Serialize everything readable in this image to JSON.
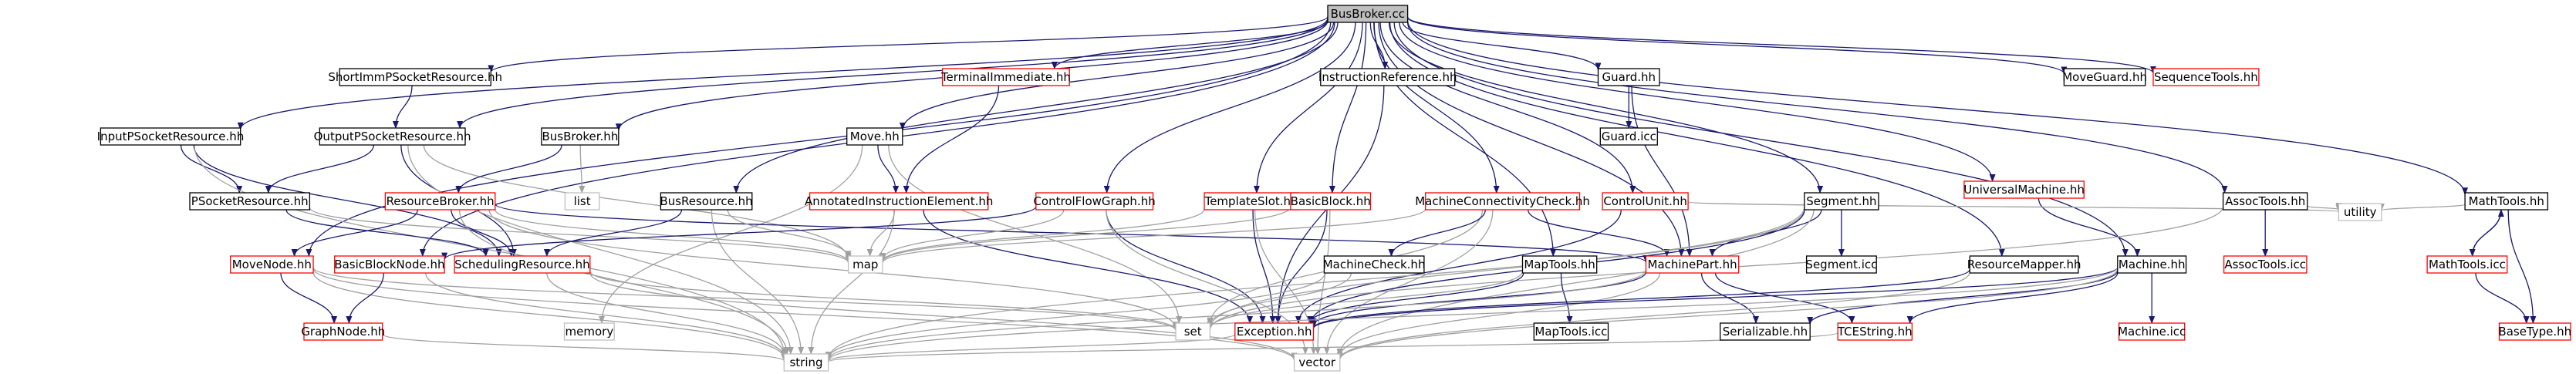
{
  "colors": {
    "edge": "#191970",
    "edge_to_system": "#a0a0a0",
    "documented": "#000000",
    "undocumented": "#ff0000",
    "system": "#bfbfbf",
    "root_fill": "#bfbfbf"
  },
  "nodes": [
    {
      "id": "root",
      "label": "BusBroker.cc",
      "kind": "root"
    },
    {
      "id": "ShortImm",
      "label": "ShortImmPSocketResource.hh",
      "kind": "black"
    },
    {
      "id": "TermImm",
      "label": "TerminalImmediate.hh",
      "kind": "red"
    },
    {
      "id": "InstrRef",
      "label": "InstructionReference.hh",
      "kind": "black"
    },
    {
      "id": "GuardHH",
      "label": "Guard.hh",
      "kind": "black"
    },
    {
      "id": "MoveGuard",
      "label": "MoveGuard.hh",
      "kind": "black"
    },
    {
      "id": "SeqTools",
      "label": "SequenceTools.hh",
      "kind": "red"
    },
    {
      "id": "InputPS",
      "label": "InputPSocketResource.hh",
      "kind": "black"
    },
    {
      "id": "OutputPS",
      "label": "OutputPSocketResource.hh",
      "kind": "black"
    },
    {
      "id": "BusBrokerHH",
      "label": "BusBroker.hh",
      "kind": "black"
    },
    {
      "id": "MoveHH",
      "label": "Move.hh",
      "kind": "black"
    },
    {
      "id": "GuardICC",
      "label": "Guard.icc",
      "kind": "black"
    },
    {
      "id": "UnivMach",
      "label": "UniversalMachine.hh",
      "kind": "red"
    },
    {
      "id": "PSocket",
      "label": "PSocketResource.hh",
      "kind": "black"
    },
    {
      "id": "ResBroker",
      "label": "ResourceBroker.hh",
      "kind": "red"
    },
    {
      "id": "list",
      "label": "list",
      "kind": "grey"
    },
    {
      "id": "BusRes",
      "label": "BusResource.hh",
      "kind": "black"
    },
    {
      "id": "AnnInstr",
      "label": "AnnotatedInstructionElement.hh",
      "kind": "red"
    },
    {
      "id": "CFG",
      "label": "ControlFlowGraph.hh",
      "kind": "red"
    },
    {
      "id": "TplSlot",
      "label": "TemplateSlot.hh",
      "kind": "red"
    },
    {
      "id": "BasicBlock",
      "label": "BasicBlock.hh",
      "kind": "red"
    },
    {
      "id": "MachConn",
      "label": "MachineConnectivityCheck.hh",
      "kind": "red"
    },
    {
      "id": "CtrlUnit",
      "label": "ControlUnit.hh",
      "kind": "red"
    },
    {
      "id": "SegmentHH",
      "label": "Segment.hh",
      "kind": "black"
    },
    {
      "id": "AssocTools",
      "label": "AssocTools.hh",
      "kind": "black"
    },
    {
      "id": "MathTools",
      "label": "MathTools.hh",
      "kind": "black"
    },
    {
      "id": "MoveNode",
      "label": "MoveNode.hh",
      "kind": "red"
    },
    {
      "id": "BBNode",
      "label": "BasicBlockNode.hh",
      "kind": "red"
    },
    {
      "id": "SchedRes",
      "label": "SchedulingResource.hh",
      "kind": "red"
    },
    {
      "id": "map",
      "label": "map",
      "kind": "grey"
    },
    {
      "id": "MachCheck",
      "label": "MachineCheck.hh",
      "kind": "black"
    },
    {
      "id": "MapTools",
      "label": "MapTools.hh",
      "kind": "black"
    },
    {
      "id": "MachPart",
      "label": "MachinePart.hh",
      "kind": "red"
    },
    {
      "id": "SegmentICC",
      "label": "Segment.icc",
      "kind": "black"
    },
    {
      "id": "ResMapper",
      "label": "ResourceMapper.hh",
      "kind": "black"
    },
    {
      "id": "MachineHH",
      "label": "Machine.hh",
      "kind": "black"
    },
    {
      "id": "AssocICC",
      "label": "AssocTools.icc",
      "kind": "red"
    },
    {
      "id": "utility",
      "label": "utility",
      "kind": "grey"
    },
    {
      "id": "MathICC",
      "label": "MathTools.icc",
      "kind": "red"
    },
    {
      "id": "GraphNode",
      "label": "GraphNode.hh",
      "kind": "red"
    },
    {
      "id": "memory",
      "label": "memory",
      "kind": "grey"
    },
    {
      "id": "set",
      "label": "set",
      "kind": "grey"
    },
    {
      "id": "Exception",
      "label": "Exception.hh",
      "kind": "red"
    },
    {
      "id": "MapICC",
      "label": "MapTools.icc",
      "kind": "black"
    },
    {
      "id": "Serializable",
      "label": "Serializable.hh",
      "kind": "black"
    },
    {
      "id": "TCEString",
      "label": "TCEString.hh",
      "kind": "red"
    },
    {
      "id": "MachineICC",
      "label": "Machine.icc",
      "kind": "red"
    },
    {
      "id": "BaseType",
      "label": "BaseType.hh",
      "kind": "red"
    },
    {
      "id": "string",
      "label": "string",
      "kind": "grey"
    },
    {
      "id": "vector",
      "label": "vector",
      "kind": "grey"
    }
  ],
  "edges": [
    [
      "root",
      "ShortImm"
    ],
    [
      "root",
      "TermImm"
    ],
    [
      "root",
      "InstrRef"
    ],
    [
      "root",
      "GuardHH"
    ],
    [
      "root",
      "MoveGuard"
    ],
    [
      "root",
      "SeqTools"
    ],
    [
      "root",
      "InputPS"
    ],
    [
      "root",
      "OutputPS"
    ],
    [
      "root",
      "BusBrokerHH"
    ],
    [
      "root",
      "MoveHH"
    ],
    [
      "root",
      "UnivMach"
    ],
    [
      "root",
      "BusRes"
    ],
    [
      "root",
      "CFG"
    ],
    [
      "root",
      "TplSlot"
    ],
    [
      "root",
      "BasicBlock"
    ],
    [
      "root",
      "MachConn"
    ],
    [
      "root",
      "CtrlUnit"
    ],
    [
      "root",
      "SegmentHH"
    ],
    [
      "root",
      "AssocTools"
    ],
    [
      "root",
      "MathTools"
    ],
    [
      "root",
      "ResMapper"
    ],
    [
      "root",
      "MachPart"
    ],
    [
      "root",
      "MapTools"
    ],
    [
      "root",
      "MoveNode"
    ],
    [
      "root",
      "MachineHH"
    ],
    [
      "root",
      "BBNode"
    ],
    [
      "ShortImm",
      "OutputPS"
    ],
    [
      "TermImm",
      "AnnInstr"
    ],
    [
      "InstrRef",
      "Exception"
    ],
    [
      "GuardHH",
      "GuardICC"
    ],
    [
      "GuardHH",
      "MachPart"
    ],
    [
      "InputPS",
      "PSocket"
    ],
    [
      "InputPS",
      "SchedRes"
    ],
    [
      "InputPS",
      "string"
    ],
    [
      "OutputPS",
      "PSocket"
    ],
    [
      "OutputPS",
      "SchedRes"
    ],
    [
      "OutputPS",
      "map"
    ],
    [
      "OutputPS",
      "string"
    ],
    [
      "BusBrokerHH",
      "ResBroker"
    ],
    [
      "BusBrokerHH",
      "list"
    ],
    [
      "MoveHH",
      "AnnInstr"
    ],
    [
      "MoveHH",
      "memory"
    ],
    [
      "MoveHH",
      "set"
    ],
    [
      "UnivMach",
      "MachineHH"
    ],
    [
      "PSocket",
      "SchedRes"
    ],
    [
      "PSocket",
      "map"
    ],
    [
      "ResBroker",
      "MoveNode"
    ],
    [
      "ResBroker",
      "SchedRes"
    ],
    [
      "ResBroker",
      "map"
    ],
    [
      "ResBroker",
      "set"
    ],
    [
      "ResBroker",
      "string"
    ],
    [
      "ResBroker",
      "MachPart"
    ],
    [
      "BusRes",
      "SchedRes"
    ],
    [
      "BusRes",
      "map"
    ],
    [
      "BusRes",
      "string"
    ],
    [
      "AnnInstr",
      "map"
    ],
    [
      "AnnInstr",
      "Exception"
    ],
    [
      "AnnInstr",
      "string"
    ],
    [
      "CFG",
      "map"
    ],
    [
      "CFG",
      "BBNode"
    ],
    [
      "CFG",
      "Exception"
    ],
    [
      "CFG",
      "vector"
    ],
    [
      "TplSlot",
      "map"
    ],
    [
      "TplSlot",
      "Exception"
    ],
    [
      "TplSlot",
      "vector"
    ],
    [
      "BasicBlock",
      "map"
    ],
    [
      "BasicBlock",
      "Exception"
    ],
    [
      "BasicBlock",
      "vector"
    ],
    [
      "MachConn",
      "map"
    ],
    [
      "MachConn",
      "set"
    ],
    [
      "MachConn",
      "MachCheck"
    ],
    [
      "MachConn",
      "MachPart"
    ],
    [
      "MachConn",
      "vector"
    ],
    [
      "CtrlUnit",
      "Exception"
    ],
    [
      "CtrlUnit",
      "utility"
    ],
    [
      "SegmentHH",
      "SegmentICC"
    ],
    [
      "SegmentHH",
      "MachPart"
    ],
    [
      "SegmentHH",
      "set"
    ],
    [
      "SegmentHH",
      "Exception"
    ],
    [
      "SegmentHH",
      "string"
    ],
    [
      "SegmentHH",
      "vector"
    ],
    [
      "AssocTools",
      "AssocICC"
    ],
    [
      "AssocTools",
      "utility"
    ],
    [
      "AssocTools",
      "set"
    ],
    [
      "MathTools",
      "utility"
    ],
    [
      "MathTools",
      "MathICC"
    ],
    [
      "MathTools",
      "BaseType"
    ],
    [
      "MoveNode",
      "GraphNode"
    ],
    [
      "MoveNode",
      "set"
    ],
    [
      "MoveNode",
      "string"
    ],
    [
      "MoveNode",
      "vector"
    ],
    [
      "BBNode",
      "GraphNode"
    ],
    [
      "BBNode",
      "string"
    ],
    [
      "SchedRes",
      "set"
    ],
    [
      "SchedRes",
      "string"
    ],
    [
      "SchedRes",
      "vector"
    ],
    [
      "MachCheck",
      "set"
    ],
    [
      "MachCheck",
      "string"
    ],
    [
      "MapTools",
      "MapICC"
    ],
    [
      "MapTools",
      "Exception"
    ],
    [
      "MapTools",
      "set"
    ],
    [
      "MachPart",
      "Exception"
    ],
    [
      "MachPart",
      "Serializable"
    ],
    [
      "MachPart",
      "TCEString"
    ],
    [
      "MachPart",
      "string"
    ],
    [
      "MachPart",
      "vector"
    ],
    [
      "ResMapper",
      "Exception"
    ],
    [
      "ResMapper",
      "vector"
    ],
    [
      "MachineHH",
      "Exception"
    ],
    [
      "MachineHH",
      "Serializable"
    ],
    [
      "MachineHH",
      "TCEString"
    ],
    [
      "MachineHH",
      "MachineICC"
    ],
    [
      "MachineHH",
      "string"
    ],
    [
      "MachineHH",
      "vector"
    ],
    [
      "MathICC",
      "MathTools"
    ],
    [
      "MathICC",
      "BaseType"
    ],
    [
      "GraphNode",
      "string"
    ],
    [
      "Exception",
      "string"
    ],
    [
      "TCEString",
      "string"
    ]
  ]
}
